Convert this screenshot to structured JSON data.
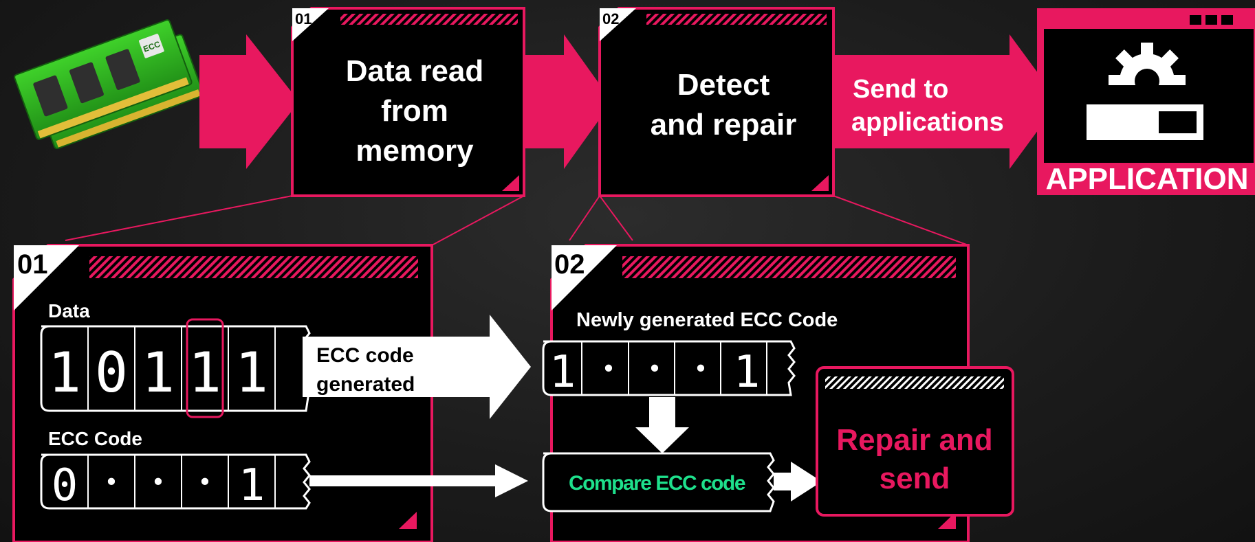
{
  "colors": {
    "accent": "#e8185f",
    "panel": "#000000",
    "green_text": "#1ee08c",
    "white": "#ffffff"
  },
  "memory_module": {
    "chip_label": "ECC",
    "icon": "ram-module-icon"
  },
  "top_steps": [
    {
      "number": "01",
      "label_lines": [
        "Data read",
        "from",
        "memory"
      ]
    },
    {
      "number": "02",
      "label_lines": [
        "Detect",
        "and repair"
      ]
    }
  ],
  "send_arrow": {
    "label_lines": [
      "Send to",
      "applications"
    ]
  },
  "application_window": {
    "label": "APPLICATION",
    "icon": "gear-icon"
  },
  "panel_01": {
    "number": "01",
    "data_title": "Data",
    "data_bits": [
      "1",
      "0",
      "1",
      "1",
      "1"
    ],
    "highlighted_bit_index": 3,
    "ecc_title": "ECC Code",
    "ecc_bits": [
      "0",
      "•",
      "•",
      "•",
      "1"
    ],
    "arrow_label_lines": [
      "ECC code",
      "generated"
    ]
  },
  "panel_02": {
    "number": "02",
    "new_ecc_title": "Newly  generated  ECC Code",
    "new_ecc_bits": [
      "1",
      "•",
      "•",
      "•",
      "1"
    ],
    "compare_label": "Compare ECC code",
    "repair_label_lines": [
      "Repair and",
      "send"
    ]
  }
}
